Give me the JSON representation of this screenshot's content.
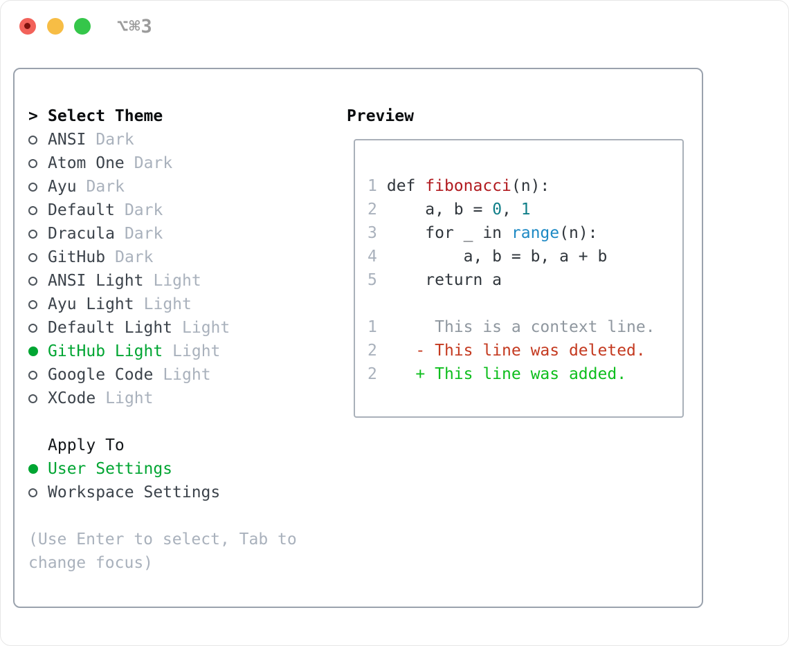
{
  "window": {
    "title": "⌥⌘3",
    "traffic_lights": [
      "close",
      "minimize",
      "zoom"
    ]
  },
  "theme_picker": {
    "prompt": ">",
    "title": "Select Theme",
    "items": [
      {
        "name": "ANSI",
        "tag": "Dark",
        "selected": false
      },
      {
        "name": "Atom One",
        "tag": "Dark",
        "selected": false
      },
      {
        "name": "Ayu",
        "tag": "Dark",
        "selected": false
      },
      {
        "name": "Default",
        "tag": "Dark",
        "selected": false
      },
      {
        "name": "Dracula",
        "tag": "Dark",
        "selected": false
      },
      {
        "name": "GitHub",
        "tag": "Dark",
        "selected": false
      },
      {
        "name": "ANSI Light",
        "tag": "Light",
        "selected": false
      },
      {
        "name": "Ayu Light",
        "tag": "Light",
        "selected": false
      },
      {
        "name": "Default Light",
        "tag": "Light",
        "selected": false
      },
      {
        "name": "GitHub Light",
        "tag": "Light",
        "selected": true
      },
      {
        "name": "Google Code",
        "tag": "Light",
        "selected": false
      },
      {
        "name": "XCode",
        "tag": "Light",
        "selected": false
      }
    ]
  },
  "apply_to": {
    "title": "Apply To",
    "options": [
      {
        "label": "User Settings",
        "selected": true
      },
      {
        "label": "Workspace Settings",
        "selected": false
      }
    ]
  },
  "hint": "(Use Enter to select, Tab to change focus)",
  "preview": {
    "title": "Preview",
    "lines": [
      {
        "num": "1",
        "segments": [
          {
            "t": "def ",
            "c": "code"
          },
          {
            "t": "fibonacci",
            "c": "func"
          },
          {
            "t": "(n):",
            "c": "code"
          }
        ]
      },
      {
        "num": "2",
        "segments": [
          {
            "t": "    a, b = ",
            "c": "code"
          },
          {
            "t": "0",
            "c": "num"
          },
          {
            "t": ", ",
            "c": "code"
          },
          {
            "t": "1",
            "c": "num"
          }
        ]
      },
      {
        "num": "3",
        "segments": [
          {
            "t": "    for _ in ",
            "c": "code"
          },
          {
            "t": "range",
            "c": "builtin"
          },
          {
            "t": "(n):",
            "c": "code"
          }
        ]
      },
      {
        "num": "4",
        "segments": [
          {
            "t": "        a, b = b, a + b",
            "c": "code"
          }
        ]
      },
      {
        "num": "5",
        "segments": [
          {
            "t": "    return a",
            "c": "code"
          }
        ]
      },
      {
        "num": "",
        "segments": []
      },
      {
        "num": "1",
        "segments": [
          {
            "t": "     This is a context line.",
            "c": "context"
          }
        ]
      },
      {
        "num": "2",
        "segments": [
          {
            "t": "   - This line was deleted.",
            "c": "deleted"
          }
        ]
      },
      {
        "num": "2",
        "segments": [
          {
            "t": "   + This line was added.",
            "c": "added"
          }
        ]
      }
    ]
  },
  "colors": {
    "accent_green": "#00a532",
    "added_green": "#0ebe1d",
    "deleted_red": "#c43a20",
    "function_red": "#b11a1f",
    "number_teal": "#0f7e88",
    "builtin_blue": "#1d89c4",
    "muted_gray": "#a9b1bc",
    "panel_border": "#9aa2ad",
    "traffic_red": "#f2625a",
    "traffic_yellow": "#f7bd45",
    "traffic_green": "#35c64a"
  }
}
